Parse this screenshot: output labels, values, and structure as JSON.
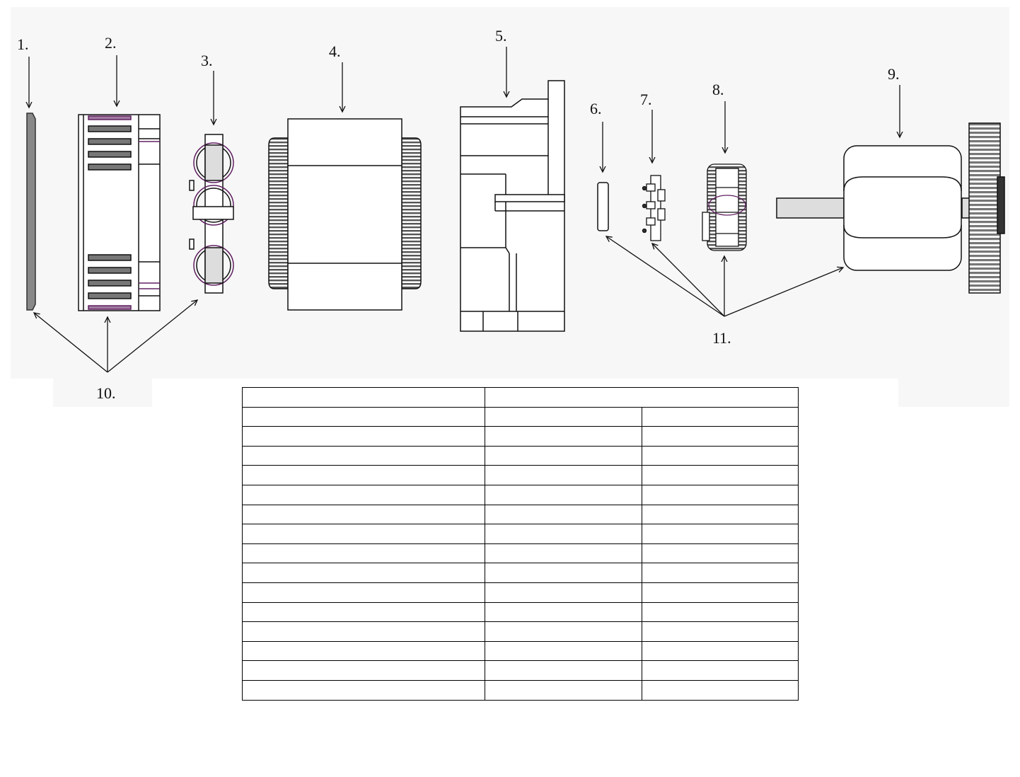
{
  "diagram": {
    "labels": {
      "l1": "1.",
      "l2": "2.",
      "l3": "3.",
      "l4": "4.",
      "l5": "5.",
      "l6": "6.",
      "l7": "7.",
      "l8": "8.",
      "l9": "9.",
      "l10": "10.",
      "l11": "11."
    }
  },
  "table": {
    "rows": 16,
    "header_merged_columns": 2
  }
}
